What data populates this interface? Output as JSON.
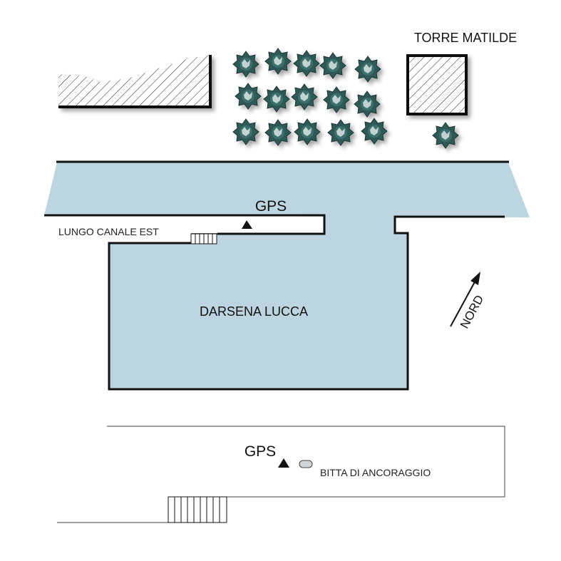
{
  "map": {
    "labels": {
      "tower": "TORRE MATILDE",
      "gps_north": "GPS",
      "quay": "LUNGO CANALE EST",
      "basin": "DARSENA LUCCA",
      "north_arrow": "NORD",
      "gps_south": "GPS",
      "bollard": "BITTA DI ANCORAGGIO"
    },
    "colors": {
      "water": "#bcd5e0",
      "tree_foliage": "#2e5a57",
      "tree_highlight": "#d9e4e3",
      "outline": "#111111",
      "thin_line": "#444444"
    },
    "symbols": {
      "gps_marker": "triangle-marker",
      "bollard": "bollard-icon",
      "north": "north-arrow-icon",
      "tree": "tree-icon"
    }
  }
}
